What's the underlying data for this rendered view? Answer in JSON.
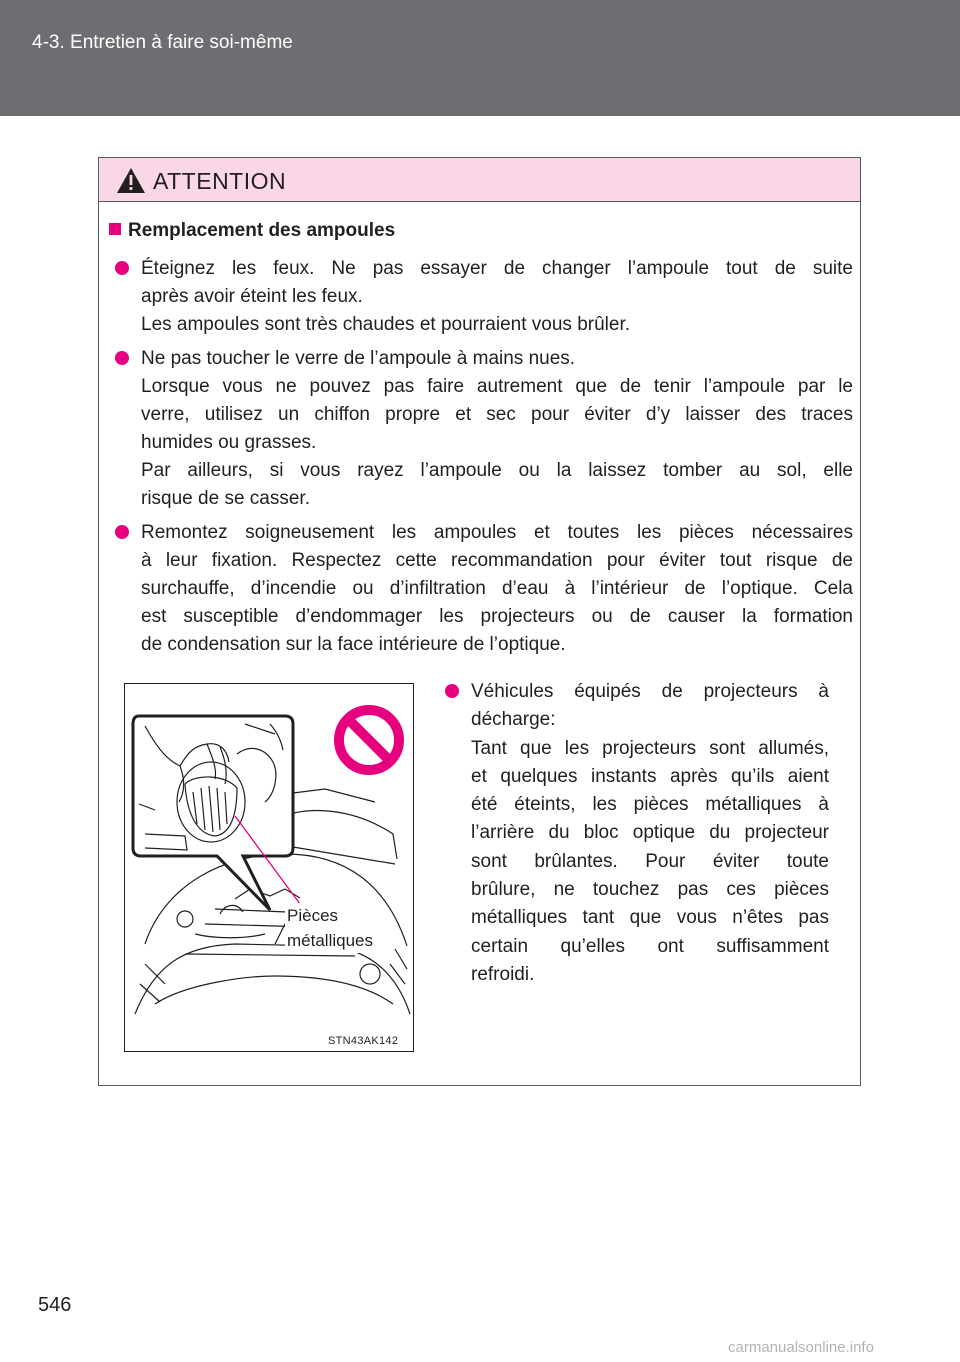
{
  "header": {
    "section_title": "4-3. Entretien à faire soi-même"
  },
  "caution": {
    "title": "ATTENTION",
    "warning_icon": "warning-triangle-icon",
    "subheading": "Remplacement des ampoules",
    "bullet1": {
      "lines": [
        "Éteignez les feux. Ne pas essayer de changer l’ampoule tout de suite",
        "après avoir éteint les feux.",
        "Les ampoules sont très chaudes et pourraient vous brûler."
      ]
    },
    "bullet2": {
      "lines": [
        "Ne pas toucher le verre de l’ampoule à mains nues.",
        "Lorsque vous ne pouvez pas faire autrement que de tenir l’ampoule par le",
        "verre, utilisez un chiffon propre et sec pour éviter d’y laisser des traces",
        "humides ou grasses.",
        "Par ailleurs, si vous rayez l’ampoule ou la laissez tomber au sol, elle",
        "risque de se casser."
      ]
    },
    "bullet3": {
      "lines": [
        "Remontez soigneusement les ampoules et toutes les pièces nécessaires",
        "à leur fixation. Respectez cette recommandation pour éviter tout risque de",
        "surchauffe, d’incendie ou d’infiltration d’eau à l’intérieur de l’optique. Cela",
        "est susceptible d’endommager les projecteurs ou de causer la formation",
        "de condensation sur la face intérieure de l’optique."
      ]
    },
    "figure": {
      "callout_line1": "Pièces",
      "callout_line2": "métalliques",
      "code": "STN43AK142",
      "prohibition_icon": "prohibition-icon"
    },
    "bullet4": {
      "lines": [
        "Véhicules équipés de projecteurs à",
        "décharge:",
        "Tant que les projecteurs sont allumés,",
        "et quelques instants après qu’ils aient",
        "été éteints, les pièces métalliques à",
        "l’arrière du bloc optique du projecteur",
        "sont brûlantes. Pour éviter toute",
        "brûlure, ne touchez pas ces pièces",
        "métalliques tant que vous n’êtes pas",
        "certain qu’elles ont suffisamment",
        "refroidi."
      ]
    }
  },
  "page_number": "546",
  "watermark": "carmanualsonline.info",
  "colors": {
    "header_band": "#6d6e71",
    "caution_head_bg": "#f9d7e6",
    "accent_magenta": "#e6007e",
    "prohibition_red": "#e6007e"
  }
}
